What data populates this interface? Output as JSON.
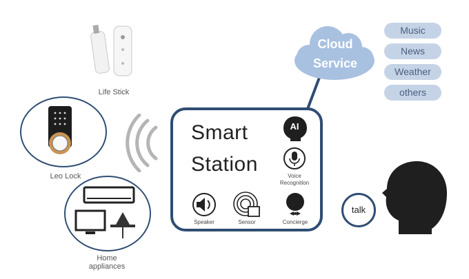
{
  "devices": {
    "life_stick": "Life Stick",
    "leo_lock": "Leo Lock",
    "home_appliances_line1": "Home",
    "home_appliances_line2": "appliances"
  },
  "cloud": {
    "line1": "Cloud",
    "line2": "Service",
    "services": [
      "Music",
      "News",
      "Weather",
      "others"
    ]
  },
  "station": {
    "line1": "Smart",
    "line2": "Station",
    "ai": "AI",
    "voice_line1": "Voice",
    "voice_line2": "Recognition",
    "speaker": "Speaker",
    "sensor": "Sensor",
    "concierge": "Concierge"
  },
  "user": {
    "talk": "talk"
  },
  "colors": {
    "dark_blue": "#2f4d73",
    "cloud_fill": "#a9c1e0",
    "pill_fill": "#c5d3e6",
    "wave_gray": "#b5b5b5"
  }
}
